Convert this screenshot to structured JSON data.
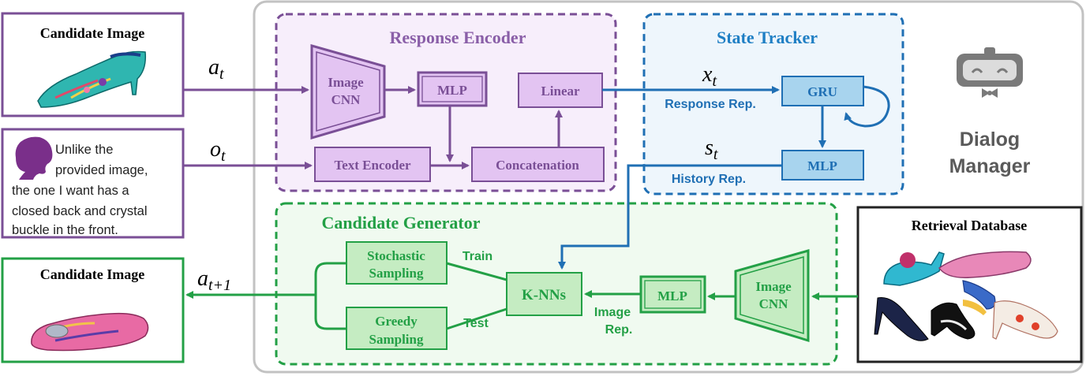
{
  "dialog_manager": {
    "line1": "Dialog",
    "line2": "Manager"
  },
  "response_encoder": {
    "title": "Response Encoder",
    "image_cnn": [
      "Image",
      "CNN"
    ],
    "mlp": "MLP",
    "linear": "Linear",
    "text_encoder": "Text Encoder",
    "concatenation": "Concatenation"
  },
  "state_tracker": {
    "title": "State Tracker",
    "gru": "GRU",
    "mlp": "MLP",
    "x_label": "x",
    "x_sub": "t",
    "s_label": "s",
    "s_sub": "t",
    "response_rep": "Response Rep.",
    "history_rep": "History Rep."
  },
  "candidate_generator": {
    "title": "Candidate Generator",
    "stochastic": [
      "Stochastic",
      "Sampling"
    ],
    "greedy": [
      "Greedy",
      "Sampling"
    ],
    "knn": "K-NNs",
    "mlp": "MLP",
    "image_cnn": [
      "Image",
      "CNN"
    ],
    "train": "Train",
    "test": "Test",
    "image_rep": [
      "Image",
      "Rep."
    ]
  },
  "inputs": {
    "candidate_image_title": "Candidate Image",
    "a_label": "a",
    "a_sub": "t",
    "o_label": "o",
    "o_sub": "t",
    "feedback_lines": [
      "Unlike the",
      "provided image,",
      "the one I want has a",
      "closed back and crystal",
      "buckle in the front."
    ]
  },
  "output": {
    "candidate_image_title": "Candidate Image",
    "a_label": "a",
    "a_sub": "t+1"
  },
  "retrieval_database": {
    "title": "Retrieval Database"
  },
  "colors": {
    "purple": "#7a4f96",
    "purple_fill": "#e3c4f2",
    "blue": "#1f6fb4",
    "blue_fill": "#a8d4ee",
    "green": "#23a046",
    "green_fill": "#c5ecc2",
    "gray": "#b0b0b0"
  }
}
